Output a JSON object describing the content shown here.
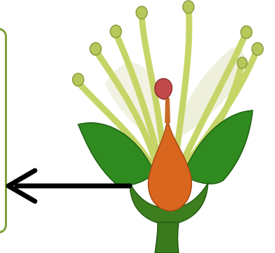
{
  "diagram": {
    "subject": "flower-cross-section",
    "box_label": "",
    "colors": {
      "sepal_green": "#2f8a1f",
      "sepal_dark": "#1f5f14",
      "receptacle": "#3d7f1e",
      "ovary": "#d9661f",
      "stigma": "#c24a4a",
      "filament": "#c9d86a",
      "anther": "#b9c95a",
      "petal": "#eef0dc",
      "box_border": "#7da23a",
      "arrow": "#000000"
    },
    "arrow": {
      "points_to": "label-box",
      "from": "ovary"
    }
  }
}
